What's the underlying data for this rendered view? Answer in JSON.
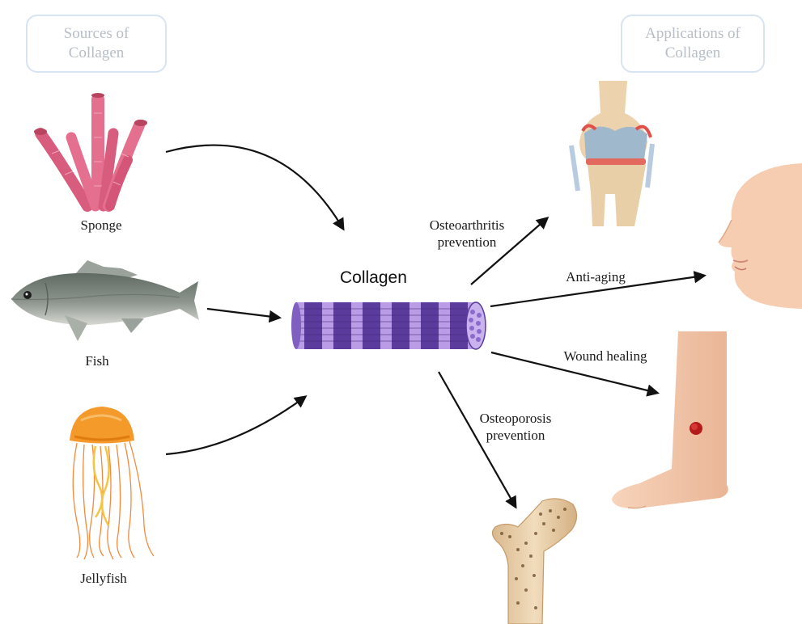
{
  "headers": {
    "sources": "Sources of\nCollagen",
    "applications": "Applications of\nCollagen"
  },
  "center": {
    "label": "Collagen"
  },
  "sources": [
    {
      "label": "Sponge",
      "icon": "sponge-icon"
    },
    {
      "label": "Fish",
      "icon": "fish-icon"
    },
    {
      "label": "Jellyfish",
      "icon": "jellyfish-icon"
    }
  ],
  "applications": [
    {
      "label": "Osteoarthritis\nprevention",
      "icon": "knee-joint-icon"
    },
    {
      "label": "Anti-aging",
      "icon": "face-icon"
    },
    {
      "label": "Wound healing",
      "icon": "leg-wound-icon"
    },
    {
      "label": "Osteoporosis\nprevention",
      "icon": "femur-bone-icon"
    }
  ],
  "colors": {
    "collagen_dark": "#5b3b9c",
    "collagen_light": "#b99be6",
    "sponge": "#e46f8e",
    "jellyfish": "#f39a2a",
    "skin": "#f6cdb0",
    "bone": "#e9cfa7",
    "arrow": "#111111"
  }
}
